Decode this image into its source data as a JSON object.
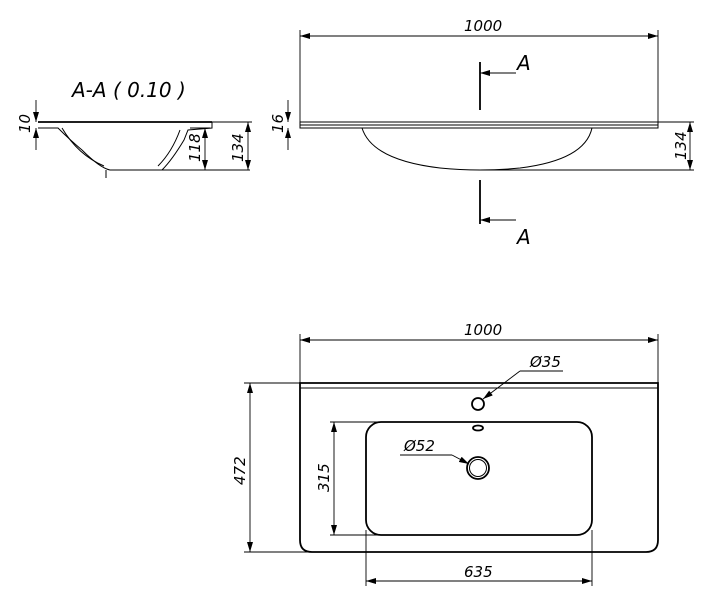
{
  "section_view": {
    "title": "A-A ( 0.10 )",
    "dim_rim": "10",
    "dim_bowl_depth": "118",
    "dim_total_height": "134"
  },
  "front_view": {
    "dim_width": "1000",
    "dim_slab": "16",
    "dim_height": "134",
    "section_label_top": "A",
    "section_label_bottom": "A"
  },
  "plan_view": {
    "dim_width": "1000",
    "dim_depth": "472",
    "dim_bowl_depth": "315",
    "dim_bowl_width": "635",
    "tap_hole": "Ø35",
    "drain_hole": "Ø52"
  }
}
